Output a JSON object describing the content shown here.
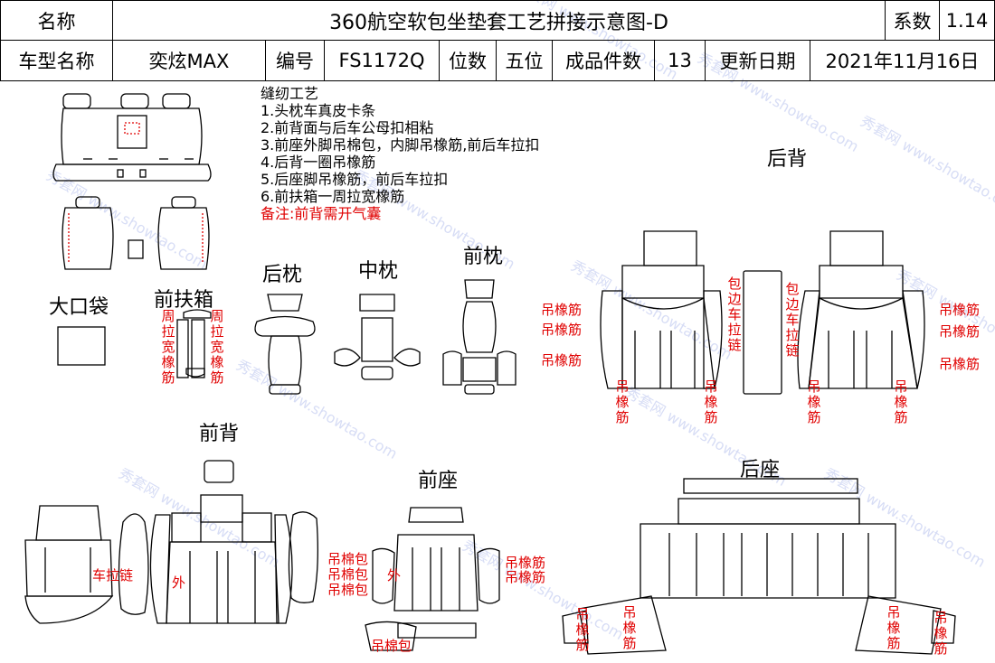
{
  "header": {
    "name_label": "名称",
    "title": "360航空软包坐垫套工艺拼接示意图-D",
    "coef_label": "系数",
    "coef_value": "1.14",
    "model_label": "车型名称",
    "model_value": "奕炫MAX",
    "code_label": "编号",
    "code_value": "FS1172Q",
    "seats_label": "位数",
    "seats_value": "五位",
    "pieces_label": "成品件数",
    "pieces_value": "13",
    "update_label": "更新日期",
    "update_value": "2021年11月16日"
  },
  "notes": {
    "heading": "缝纫工艺",
    "items": [
      "1.头枕车真皮卡条",
      "2.前背面与后车公母扣相粘",
      "3.前座外脚吊棉包，内脚吊橡筋,前后车拉扣",
      "4.后背一圈吊橡筋",
      "5.后座脚吊橡筋，前后车拉扣",
      "6.前扶箱一周拉宽橡筋"
    ],
    "remark": "备注:前背需开气囊"
  },
  "sections": {
    "big_pocket": "大口袋",
    "front_armrest": "前扶箱",
    "rear_headrest": "后枕",
    "mid_headrest": "中枕",
    "front_headrest": "前枕",
    "rear_back": "后背",
    "front_back": "前背",
    "front_seat": "前座",
    "rear_seat": "后座"
  },
  "annotations": {
    "zhou_la_kuan_xiang_jin": "周拉宽橡筋",
    "diao_xiang_jin": "吊橡筋",
    "bao_bian_che_la_lian": "包边车拉链",
    "che_la_lian": "车拉链",
    "wai": "外",
    "diao_mian_bao": "吊棉包"
  },
  "watermark": "秀套网 www.showtao.com"
}
